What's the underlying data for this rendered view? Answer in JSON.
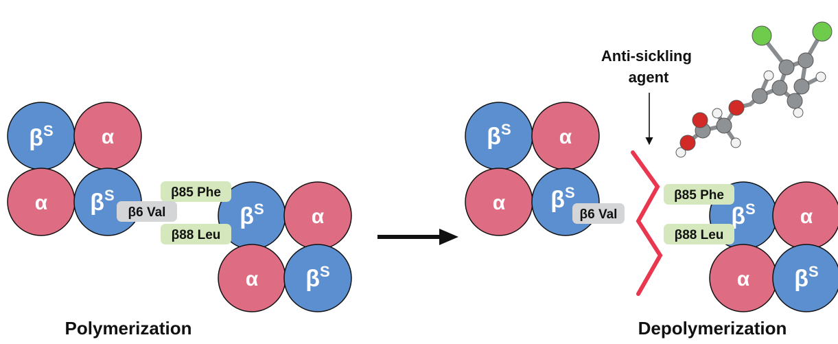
{
  "colors": {
    "beta": "#5b8fd0",
    "alpha": "#de6c82",
    "val_box": "#d4d5d7",
    "contact_box": "#d5e8bd",
    "wedge": "#e8374f",
    "carbon": "#8f9295",
    "oxygen": "#d22a26",
    "hydrogen": "#f2f2f2",
    "halogen": "#6ecb4c",
    "outline": "#111111"
  },
  "subunits": {
    "beta": "β",
    "beta_sup": "S",
    "alpha": "α"
  },
  "residues": {
    "val": "β6 Val",
    "phe": "β85 Phe",
    "leu": "β88 Leu"
  },
  "captions": {
    "left": "Polymerization",
    "right": "Depolymerization",
    "agent_line1": "Anti-sickling",
    "agent_line2": "agent"
  },
  "icons": {
    "process_arrow": "right-arrow-icon",
    "agent_pointer": "down-arrow-icon",
    "molecule": "ball-and-stick-molecule"
  }
}
